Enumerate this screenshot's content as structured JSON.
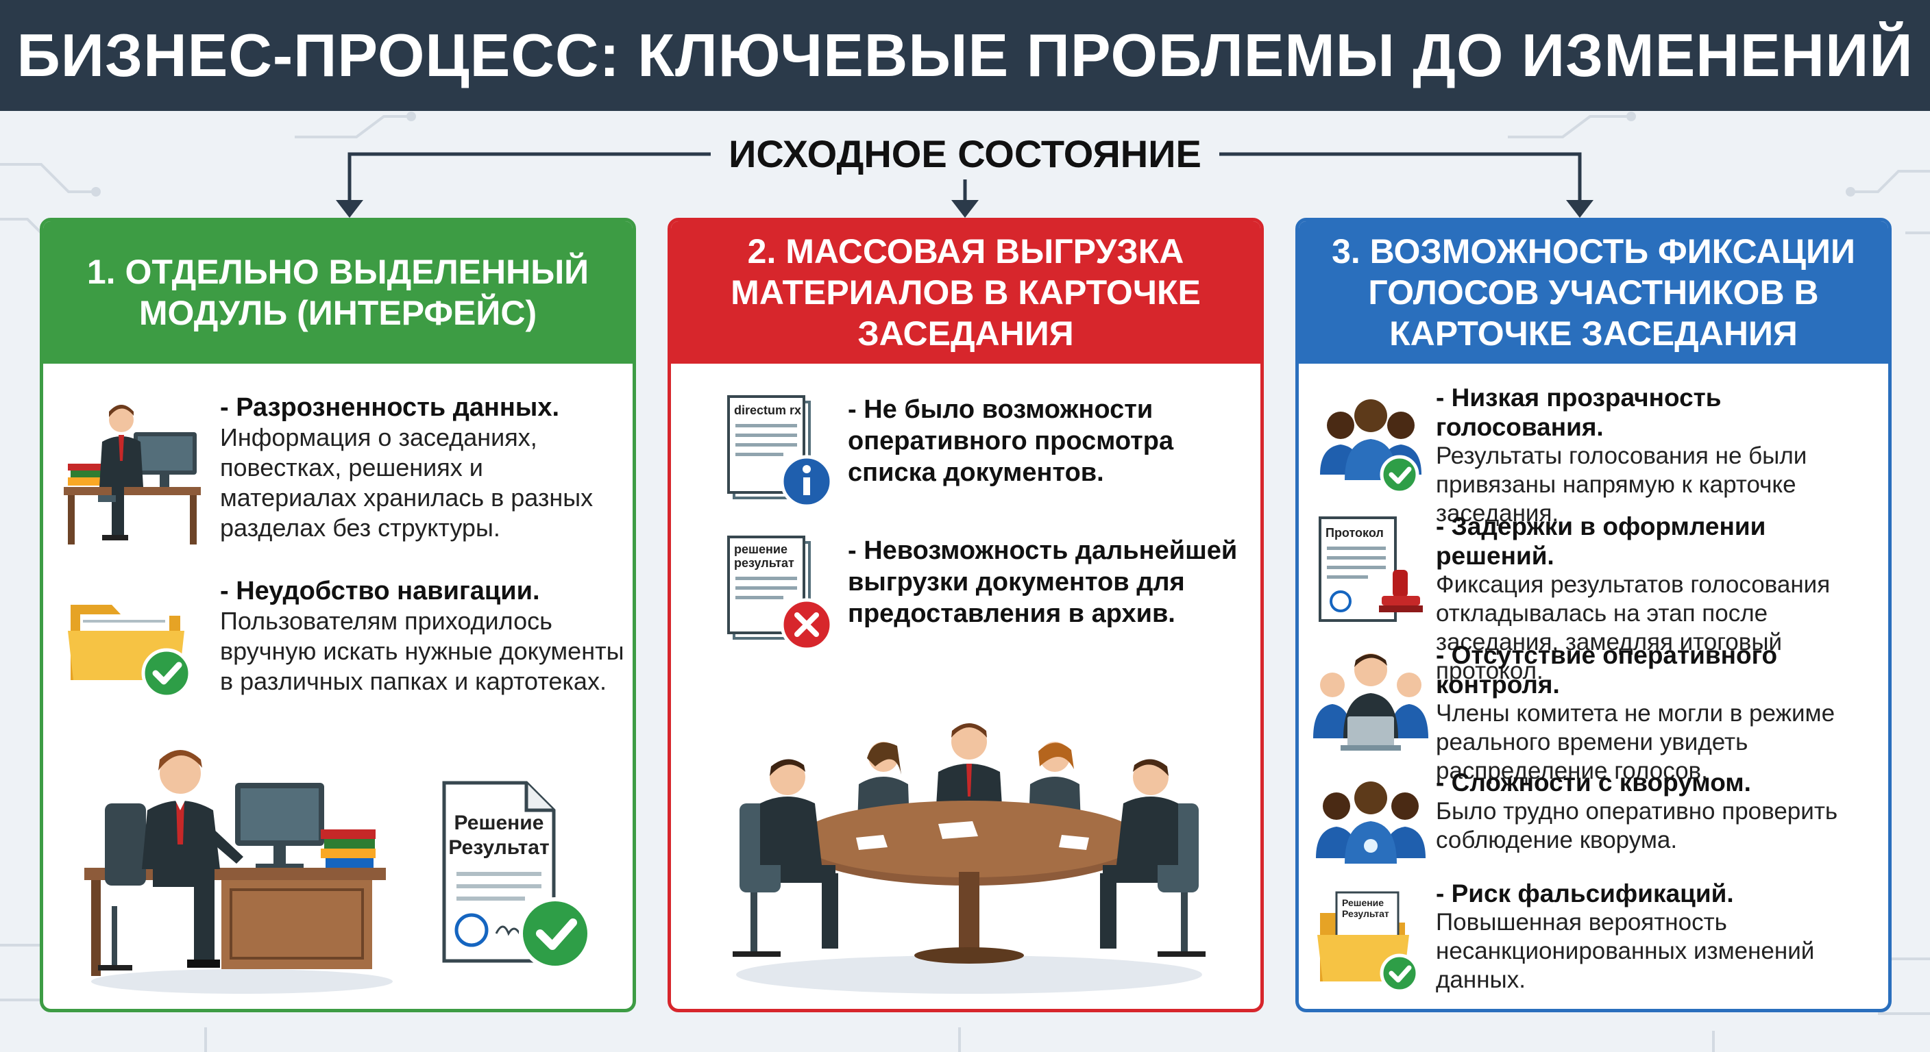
{
  "header": {
    "title": "БИЗНЕС-ПРОЦЕСС: КЛЮЧЕВЫЕ ПРОБЛЕМЫ ДО ИЗМЕНЕНИЙ"
  },
  "flow": {
    "label": "ИСХОДНОЕ СОСТОЯНИЕ"
  },
  "colors": {
    "header_bg": "#2b3a4a",
    "green": "#3d9c44",
    "red": "#d7262c",
    "blue": "#2a6fbd"
  },
  "cards": [
    {
      "heading": "1. ОТДЕЛЬНО ВЫДЕЛЕННЫЙ МОДУЛЬ (ИНТЕРФЕЙС)",
      "items": [
        {
          "icon": "office-worker-icon",
          "title": "- Разрозненность данных.",
          "text": "Информация о заседаниях, повестках, решениях и материалах хранилась в разных разделах без структуры."
        },
        {
          "icon": "folder-check-icon",
          "title": "- Неудобство навигации.",
          "text": "Пользователям приходилось вручную искать нужные документы в различных папках и картотеках."
        }
      ],
      "document_card": {
        "line1": "Решение",
        "line2": "Результат"
      }
    },
    {
      "heading": "2. МАССОВАЯ ВЫГРУЗКА МАТЕРИАЛОВ В КАРТОЧКЕ ЗАСЕДАНИЯ",
      "items": [
        {
          "icon": "document-info-icon",
          "doc_label": "directum rx",
          "text": "- Не было возможности оперативного просмотра списка документов."
        },
        {
          "icon": "document-error-icon",
          "doc_label_line1": "решение",
          "doc_label_line2": "результат",
          "text": "- Невозможность дальнейшей выгрузки документов для предоставления в архив."
        }
      ]
    },
    {
      "heading": "3. ВОЗМОЖНОСТЬ ФИКСАЦИИ ГОЛОСОВ УЧАСТНИКОВ В КАРТОЧКЕ ЗАСЕДАНИЯ",
      "items": [
        {
          "icon": "group-check-icon",
          "title": "- Низкая прозрачность голосования.",
          "text": "Результаты голосования не были привязаны напрямую к карточке заседания."
        },
        {
          "icon": "protocol-stamp-icon",
          "doc_label": "Протокол",
          "title": "- Задержки в оформлении решений.",
          "text": "Фиксация результатов голосования откладывалась на этап после заседания, замедляя итоговый протокол."
        },
        {
          "icon": "committee-laptop-icon",
          "title": "- Отсутствие оперативного контроля.",
          "text": "Члены комитета не могли в режиме реального времени увидеть распределение голосов."
        },
        {
          "icon": "group-badge-icon",
          "title": "- Сложности с кворумом.",
          "text": "Было трудно оперативно проверить соблюдение кворума."
        },
        {
          "icon": "folder-result-check-icon",
          "doc_label_line1": "Решение",
          "doc_label_line2": "Результат",
          "title": "- Риск фальсификаций.",
          "text": "Повышенная вероятность несанкционированных изменений данных."
        }
      ]
    }
  ]
}
